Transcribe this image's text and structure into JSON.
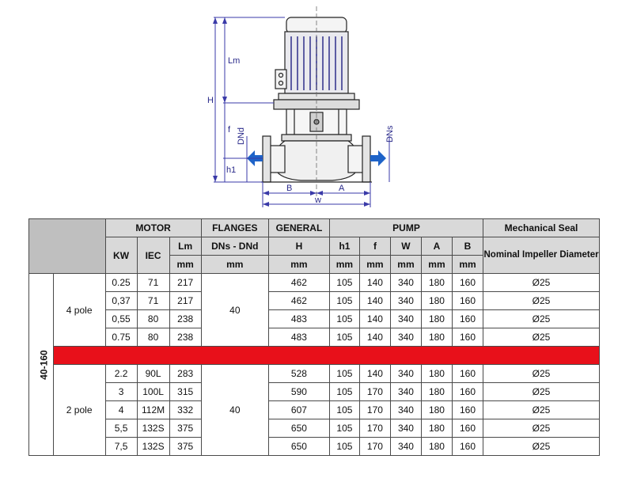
{
  "drawing": {
    "labels": {
      "lm": "Lm",
      "h": "H",
      "f": "f",
      "h1": "h1",
      "dnd": "DNd",
      "dns": "DNs",
      "b": "B",
      "a": "A",
      "w": "w"
    }
  },
  "table": {
    "headers": {
      "motor": "MOTOR",
      "flanges": "FLANGES",
      "general": "GENERAL",
      "pump": "PUMP",
      "seal": "Mechanical Seal",
      "kw": "KW",
      "iec": "IEC",
      "lm": "Lm",
      "dns_dnd": "DNs - DNd",
      "h": "H",
      "h1": "h1",
      "f": "f",
      "w": "W",
      "a": "A",
      "b": "B",
      "seal_sub": "Nominal Impeller Diameter",
      "unit": "mm"
    },
    "model": "40-160",
    "groups": [
      {
        "pole": "4 pole",
        "flange": "40",
        "rows": [
          {
            "kw": "0.25",
            "iec": "71",
            "lm": "217",
            "h": "462",
            "h1": "105",
            "f": "140",
            "w": "340",
            "a": "180",
            "b": "160",
            "seal": "Ø25"
          },
          {
            "kw": "0,37",
            "iec": "71",
            "lm": "217",
            "h": "462",
            "h1": "105",
            "f": "140",
            "w": "340",
            "a": "180",
            "b": "160",
            "seal": "Ø25"
          },
          {
            "kw": "0,55",
            "iec": "80",
            "lm": "238",
            "h": "483",
            "h1": "105",
            "f": "140",
            "w": "340",
            "a": "180",
            "b": "160",
            "seal": "Ø25"
          },
          {
            "kw": "0.75",
            "iec": "80",
            "lm": "238",
            "h": "483",
            "h1": "105",
            "f": "140",
            "w": "340",
            "a": "180",
            "b": "160",
            "seal": "Ø25"
          }
        ]
      },
      {
        "pole": "2 pole",
        "flange": "40",
        "rows": [
          {
            "kw": "2.2",
            "iec": "90L",
            "lm": "283",
            "h": "528",
            "h1": "105",
            "f": "140",
            "w": "340",
            "a": "180",
            "b": "160",
            "seal": "Ø25"
          },
          {
            "kw": "3",
            "iec": "100L",
            "lm": "315",
            "h": "590",
            "h1": "105",
            "f": "170",
            "w": "340",
            "a": "180",
            "b": "160",
            "seal": "Ø25"
          },
          {
            "kw": "4",
            "iec": "112M",
            "lm": "332",
            "h": "607",
            "h1": "105",
            "f": "170",
            "w": "340",
            "a": "180",
            "b": "160",
            "seal": "Ø25"
          },
          {
            "kw": "5,5",
            "iec": "132S",
            "lm": "375",
            "h": "650",
            "h1": "105",
            "f": "170",
            "w": "340",
            "a": "180",
            "b": "160",
            "seal": "Ø25"
          },
          {
            "kw": "7,5",
            "iec": "132S",
            "lm": "375",
            "h": "650",
            "h1": "105",
            "f": "170",
            "w": "340",
            "a": "180",
            "b": "160",
            "seal": "Ø25"
          }
        ]
      }
    ],
    "colors": {
      "separator": "#e8101a",
      "header_bg": "#d9d9d9",
      "dimension_lines": "#3a3aa8",
      "arrows": "#1e63c8"
    }
  }
}
